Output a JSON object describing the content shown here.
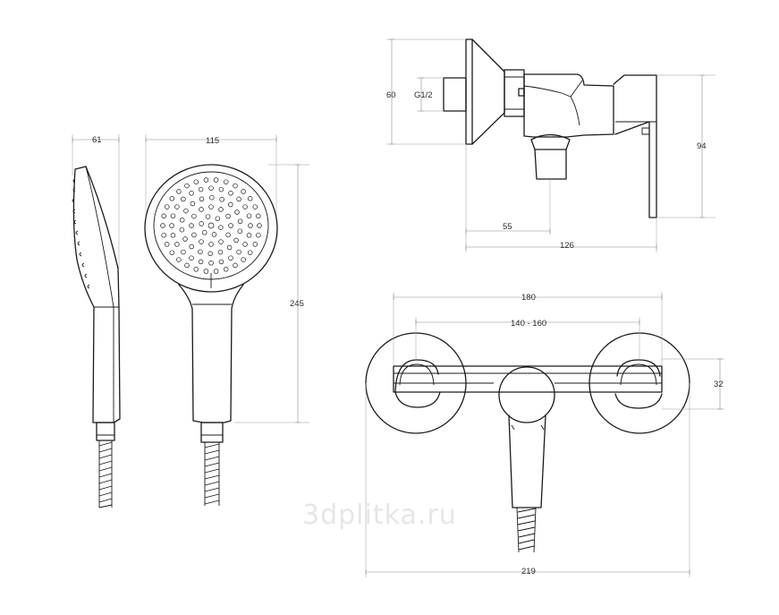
{
  "dimensions": {
    "handshower_side_width": "61",
    "handshower_head_diameter": "115",
    "handshower_length": "245",
    "mixer_side_height": "60",
    "thread_size": "G1/2",
    "mixer_side_outlet_offset": "55",
    "mixer_side_depth": "126",
    "mixer_side_lever_height": "94",
    "mixer_front_body_width": "180",
    "mixer_front_centers": "140 - 160",
    "mixer_front_body_height": "32",
    "mixer_front_total_width": "219"
  },
  "watermark": "3dplitka.ru"
}
